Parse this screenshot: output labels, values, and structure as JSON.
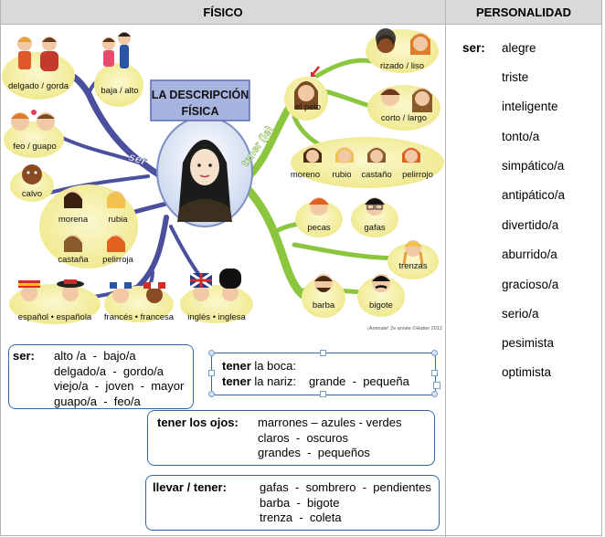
{
  "header": {
    "fisico": "FÍSICO",
    "personalidad": "PERSONALIDAD"
  },
  "mindmap": {
    "title1": "LA DESCRIPCIÓN",
    "title2": "FÍSICA",
    "ser": "ser",
    "tener": "tener (le)",
    "labels": {
      "delgado_gorda": "delgado / gorda",
      "baja_alto": "baja / alto",
      "feo_guapo": "feo / guapo",
      "calvo": "calvo",
      "morena": "morena",
      "rubia": "rubia",
      "castana": "castaña",
      "pelirroja": "pelirroja",
      "espanol": "español • española",
      "frances": "francés • francesa",
      "ingles": "inglés • inglesa",
      "el_pelo": "el pelo",
      "rizado_liso": "rizado / liso",
      "corto_largo": "corto / largo",
      "moreno": "moreno",
      "rubio": "rubio",
      "castano": "castaño",
      "pelirrojo": "pelirrojo",
      "pecas": "pecas",
      "gafas": "gafas",
      "trenzas": "trenzas",
      "barba": "barba",
      "bigote": "bigote",
      "credit": "¡Animate! 2e année ©Hatier 2012"
    }
  },
  "ser_box": {
    "label": "ser:",
    "lines": [
      "alto /a  -  bajo/a",
      "delgado/a  -  gordo/a",
      "viejo/a  -  joven  -  mayor",
      "guapo/a  -  feo/a"
    ]
  },
  "tener_boca": {
    "line1_bold": "tener",
    "line1_rest": " la boca:",
    "line2_bold": "tener",
    "line2_rest": " la nariz:",
    "line2_values": "grande  -  pequeña"
  },
  "tener_ojos": {
    "label_bold": "tener",
    "label_rest": " los ojos:",
    "lines": [
      "marrones – azules - verdes",
      "claros  -  oscuros",
      "grandes  -  pequeños"
    ]
  },
  "llevar_box": {
    "label": "llevar / tener:",
    "lines": [
      "gafas  -  sombrero  -  pendientes",
      "barba  -  bigote",
      "trenza  -  coleta"
    ]
  },
  "personalidad": {
    "ser_label": "ser:",
    "items": [
      "alegre",
      "triste",
      "inteligente",
      "tonto/a",
      "simpático/a",
      "antipático/a",
      "divertido/a",
      "aburrido/a",
      "gracioso/a",
      "serio/a",
      "pesimista",
      "optimista"
    ]
  },
  "colors": {
    "header_bg": "#d9d9d9",
    "box_border": "#2f6aa8",
    "ser_branch": "#4a4f9e",
    "tener_branch": "#8cc63f",
    "bubble": "#f5f0a8"
  }
}
